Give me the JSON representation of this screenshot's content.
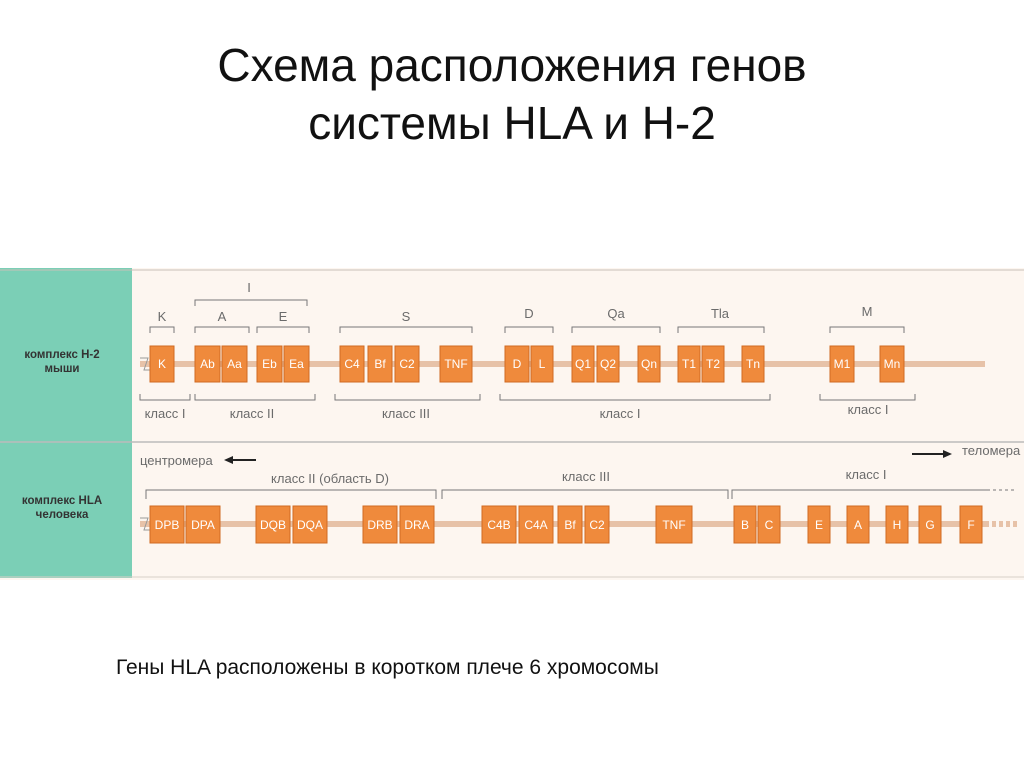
{
  "title_line1": "Схема расположения генов",
  "title_line2": "системы HLA и H-2",
  "caption": "Гены HLA расположены в коротком плече 6 хромосомы",
  "colors": {
    "gene_box": "#ef8a3c",
    "gene_border": "#d06a22",
    "left_panel": "#7bcfb6",
    "background": "#fdf6f0",
    "bracket": "#777777"
  },
  "mouse": {
    "label1": "комплекс H-2",
    "label2": "мыши",
    "genes": [
      "K",
      "Ab",
      "Aa",
      "Eb",
      "Ea",
      "C4",
      "Bf",
      "C2",
      "TNF",
      "D",
      "L",
      "Q1",
      "Q2",
      "Qn",
      "T1",
      "T2",
      "Tn",
      "M1",
      "Mn"
    ],
    "top_labels": {
      "I": "I",
      "K": "K",
      "A": "A",
      "E": "E",
      "S": "S",
      "D": "D",
      "Qa": "Qa",
      "Tla": "Tla",
      "M": "M"
    },
    "classes": {
      "c1a": "класс I",
      "c2": "класс II",
      "c3": "класс III",
      "c1b": "класс I",
      "c1c": "класс I"
    }
  },
  "human": {
    "label1": "комплекс HLA",
    "label2": "человека",
    "centromere": "центромера",
    "telomere": "теломера",
    "genes": [
      "DPB",
      "DPA",
      "DQB",
      "DQA",
      "DRB",
      "DRA",
      "C4B",
      "C4A",
      "Bf",
      "C2",
      "TNF",
      "B",
      "C",
      "E",
      "A",
      "H",
      "G",
      "F"
    ],
    "classes": {
      "c2": "класс II (область D)",
      "c3": "класс III",
      "c1": "класс I"
    }
  }
}
